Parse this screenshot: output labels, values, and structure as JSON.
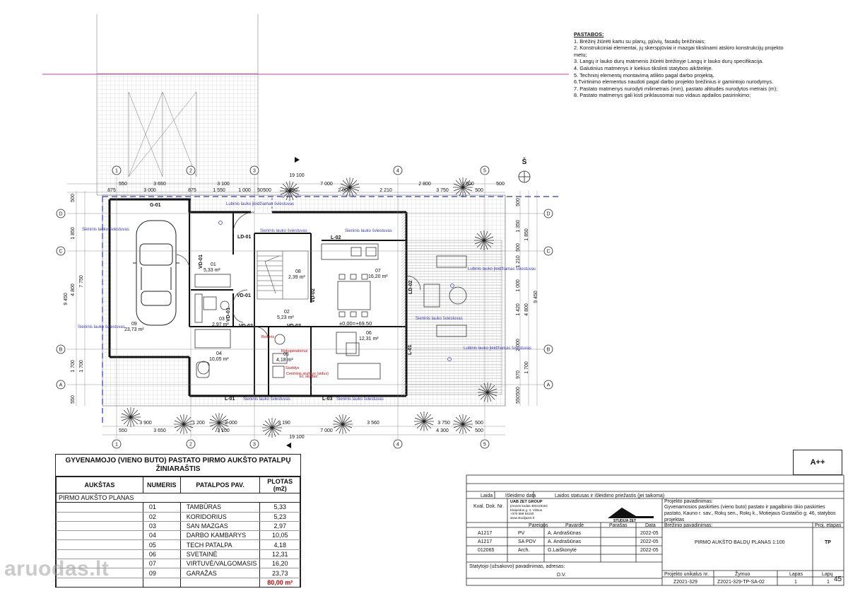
{
  "notes": {
    "heading": "PASTABOS:",
    "items": [
      "1. Brėžinį žiūrėti kartu su planų, pjūvių, fasadų brėžiniais;",
      "2. Konstrukciniai elementai, jų skerspjūviai ir mazgai tikslinami atskiro konstrukcijų projekto metu;",
      "3. Langų ir lauko durų matmenis žiūrėti brėžinyje Langų ir lauko durų specifikacija.",
      "4. Galutinius matmenys ir kiekius tikslinti statybos aikštelėje.",
      "5. Techninį elementų montavimą atlikto pagal darbo projektą.",
      "6.Tvirtinimo elementus naudoti pagal darbo projekto brėžinius ir gamintojo nurodymys.",
      "7. Pastato matmenys nurodyti milimetrais (mm), pastato altitudės nurodytos metrais (m);",
      "8. Pastato matmenys gali kisti priklausomai nuo vidaus apdailos pasirinkimo;"
    ]
  },
  "plan": {
    "north": "Š",
    "level": "±0,00=+69.50",
    "axes_x": [
      "1",
      "2",
      "3",
      "4",
      "5"
    ],
    "axes_y": [
      "D",
      "C",
      "B",
      "A"
    ],
    "dims_top1": [
      "550",
      "3 650",
      "3 100",
      "19 100",
      "7 000",
      "2 800",
      "1 500",
      "500"
    ],
    "dims_top2": [
      "875",
      "3 000",
      "875",
      "1 550",
      "1 000",
      "50",
      "500",
      "2 790",
      "2 000",
      "2 210",
      "3 750",
      "500"
    ],
    "dims_bot1": [
      "3 900",
      "1 200",
      "2 000",
      "3 190",
      "3 560",
      "3 750",
      "500"
    ],
    "dims_bot2": [
      "550",
      "3 650",
      "3 100",
      "19 100",
      "7 000",
      "4 300",
      "500"
    ],
    "dims_left": [
      "500",
      "1 850",
      "4 800",
      "7 750",
      "9 450",
      "1 700",
      "1 700",
      "550"
    ],
    "dims_right": [
      "500",
      "1 350",
      "1 850",
      "500",
      "1 210",
      "1 000",
      "1 420",
      "4 800",
      "9 450",
      "2 000",
      "970",
      "1 700",
      "500",
      "550"
    ],
    "rooms": [
      {
        "num": "01",
        "area": "5,33 m²"
      },
      {
        "num": "02",
        "area": "5,23 m²"
      },
      {
        "num": "03",
        "area": "2,97 m²"
      },
      {
        "num": "04",
        "area": "10,05 m²"
      },
      {
        "num": "05",
        "area": "4,18 m²"
      },
      {
        "num": "06",
        "area": "12,31 m²"
      },
      {
        "num": "07",
        "area": "16,20 m²"
      },
      {
        "num": "08",
        "area": "2,39 m²"
      },
      {
        "num": "09",
        "area": "23,73 m²"
      }
    ],
    "garage": "G-01",
    "doors": [
      "LD-01",
      "LD-02",
      "VD-01",
      "VD-01",
      "VD-01",
      "VD-02",
      "VD-02",
      "VD-02"
    ],
    "windows": [
      "L-01",
      "L-02",
      "L-03",
      "L-01"
    ],
    "light_wall": "Sieninis lauko šviestuvas",
    "light_floor": "Lubinis lauko įleidžiamas šviestuvas",
    "tech": [
      "Boileris",
      "Rekuperatorius",
      "Siurblys",
      "Centrinis siurblys (vidus)",
      "El. skydas"
    ]
  },
  "schedule": {
    "title": "GYVENAMOJO (VIENO BUTO) PASTATO PIRMO AUKŠTO PATALPŲ ŽINIARAŠTIS",
    "headers": [
      "AUKŠTAS",
      "NUMERIS",
      "PATALPOS PAV.",
      "PLOTAS (m2)"
    ],
    "section": "PIRMO AUKŠTO PLANAS",
    "rows": [
      [
        "01",
        "TAMBŪRAS",
        "5,33"
      ],
      [
        "02",
        "KORIDORIUS",
        "5,23"
      ],
      [
        "03",
        "SAN MAZGAS",
        "2,97"
      ],
      [
        "04",
        "DARBO KAMBARYS",
        "10,05"
      ],
      [
        "05",
        "TECH PATALPA",
        "4,18"
      ],
      [
        "06",
        "SVETAINĖ",
        "12,31"
      ],
      [
        "07",
        "VIRTUVĖ/VALGOMASIS",
        "16,20"
      ],
      [
        "09",
        "GARAŽAS",
        "23,73"
      ]
    ],
    "total": "80,00 m²"
  },
  "titleblock": {
    "class": "A++",
    "laida": "Laida",
    "isleidimo": "Išleidimo data",
    "laidos_statusas": "Laidos statusas ir išleidimo priežastis (jei taikoma)",
    "kval": "Kval. Dok. Nr.",
    "company": "UAB ZET GROUP",
    "company_lines": [
      "Įmonės kodas 304419162",
      "Klaipėdos g. 4, Vilnius",
      "+370 699 54160",
      "www.studijazet.lt"
    ],
    "logo": "STUDIJA ZET",
    "proj_label": "Projekto pavadinimas:",
    "proj_name": "Gyvenamosios paskirties (vieno buto) pastato ir pagalbinio ūkio paskirties pastato, Kauno r. sav., Rokų sen., Rokų k., Motiejaus Gustaičio g. 46, statybos projektas",
    "hdr": [
      "Pareigos",
      "Pavardė",
      "Parašas",
      "Data"
    ],
    "staff": [
      [
        "A1217",
        "PV",
        "A. Andrašiūnas",
        "2022-05"
      ],
      [
        "A1217",
        "SA PDV",
        "A. Andrašiūnas",
        "2022-05"
      ],
      [
        "012065",
        "Arch.",
        "G.Laiškonytė",
        "2022-05"
      ]
    ],
    "drawing_label": "Brėžinio pavadinimas:",
    "drawing_name": "PIRMO AUKŠTO BALDŲ PLANAS 1:100",
    "stage_label": "Proj. etapas",
    "stage": "TP",
    "owner_label": "Statytojo (užsakovo) pavadinimas, adresas:",
    "owner": "D.V.",
    "code_label": "Projekto unikalus nr.",
    "code": "Z2021-329",
    "mark_label": "Žymuo",
    "mark": "Z2021-329-TP-SA-02",
    "sheet_label": "Lapas",
    "sheet": "1",
    "sheets_label": "Lapų",
    "sheets": "1"
  },
  "watermark": "aruodas.lt",
  "page_number": "45"
}
